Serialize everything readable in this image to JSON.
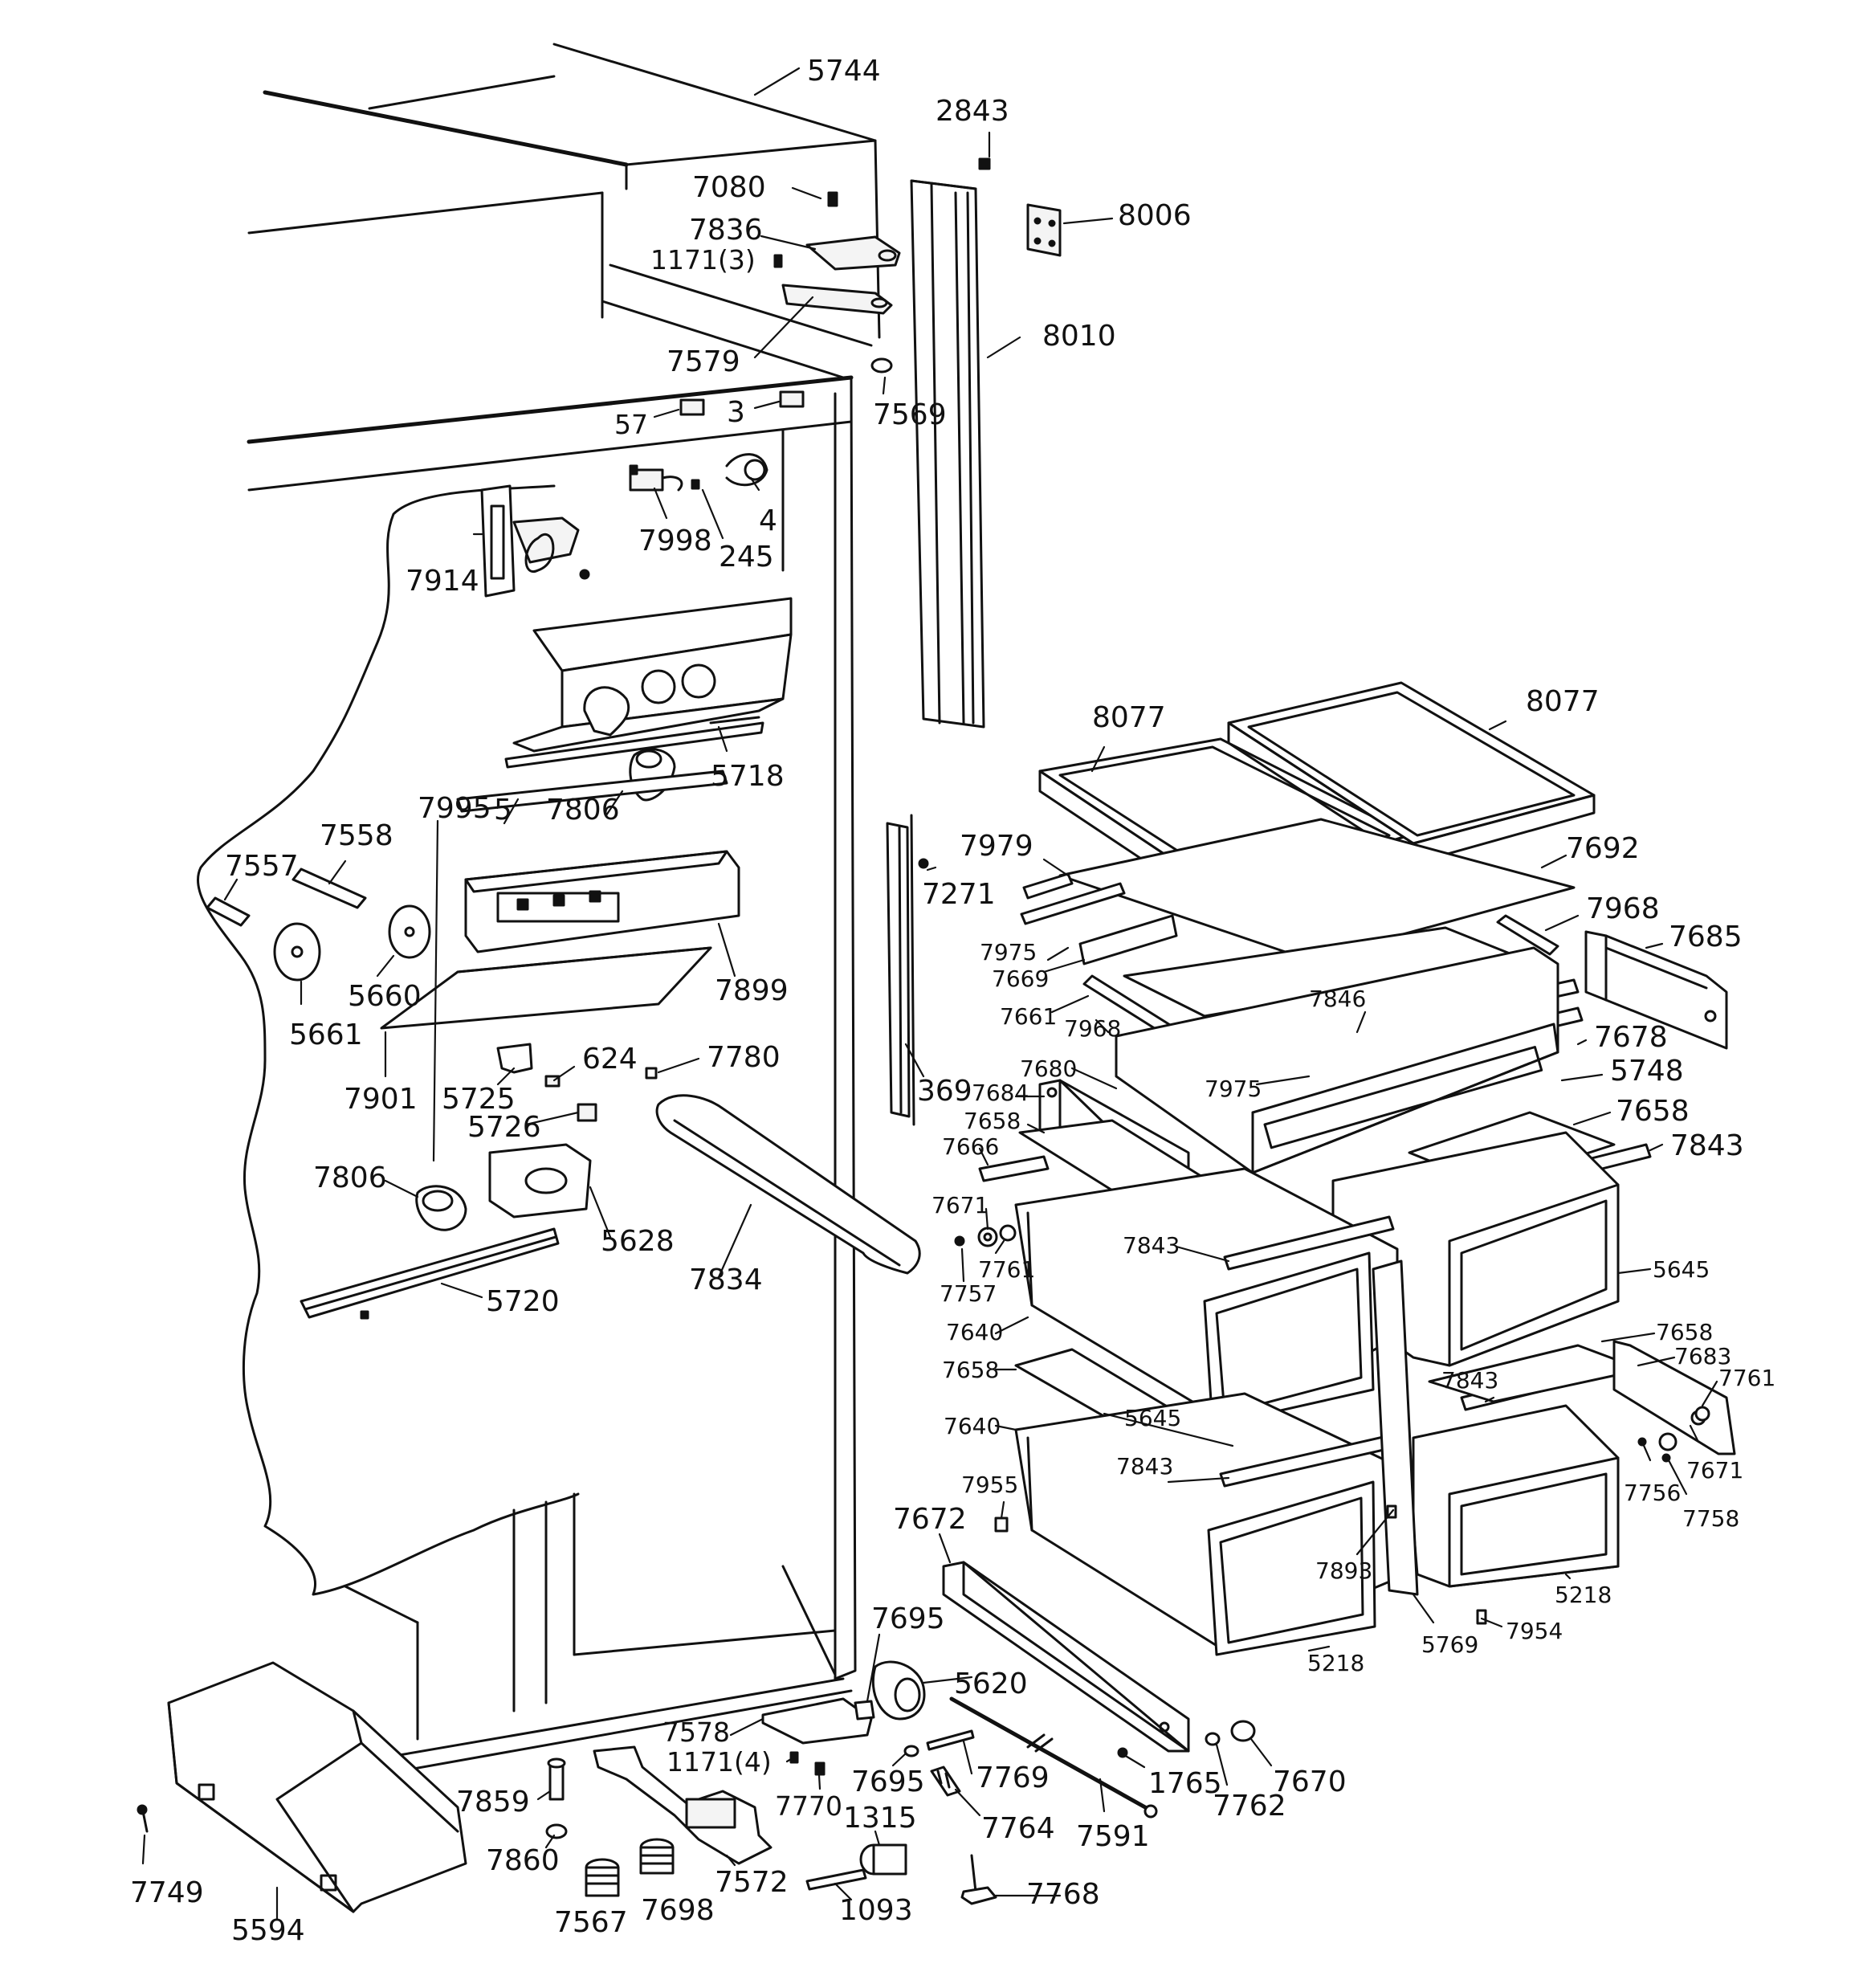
{
  "diagram": {
    "labels": [
      {
        "id": "p5744",
        "text": "5744"
      },
      {
        "id": "p2843",
        "text": "2843"
      },
      {
        "id": "p7080",
        "text": "7080"
      },
      {
        "id": "p8006",
        "text": "8006"
      },
      {
        "id": "p7836",
        "text": "7836"
      },
      {
        "id": "p1171_3",
        "text": "1171(3)"
      },
      {
        "id": "p8010",
        "text": "8010"
      },
      {
        "id": "p7579",
        "text": "7579"
      },
      {
        "id": "p7569",
        "text": "7569"
      },
      {
        "id": "p57",
        "text": "57"
      },
      {
        "id": "p3",
        "text": "3"
      },
      {
        "id": "p4",
        "text": "4"
      },
      {
        "id": "p7998",
        "text": "7998"
      },
      {
        "id": "p245",
        "text": "245"
      },
      {
        "id": "p7914",
        "text": "7914"
      },
      {
        "id": "p5718",
        "text": "5718"
      },
      {
        "id": "p8077a",
        "text": "8077"
      },
      {
        "id": "p8077b",
        "text": "8077"
      },
      {
        "id": "p7995",
        "text": "7995"
      },
      {
        "id": "p5",
        "text": "5"
      },
      {
        "id": "p7806a",
        "text": "7806"
      },
      {
        "id": "p7558",
        "text": "7558"
      },
      {
        "id": "p7557",
        "text": "7557"
      },
      {
        "id": "p7979",
        "text": "7979"
      },
      {
        "id": "p7271",
        "text": "7271"
      },
      {
        "id": "p7692",
        "text": "7692"
      },
      {
        "id": "p7968a",
        "text": "7968"
      },
      {
        "id": "p7685",
        "text": "7685"
      },
      {
        "id": "p7975a",
        "text": "7975"
      },
      {
        "id": "p7669",
        "text": "7669"
      },
      {
        "id": "p5660",
        "text": "5660"
      },
      {
        "id": "p5661",
        "text": "5661"
      },
      {
        "id": "p7899",
        "text": "7899"
      },
      {
        "id": "p7661",
        "text": "7661"
      },
      {
        "id": "p7968b",
        "text": "7968"
      },
      {
        "id": "p7846",
        "text": "7846"
      },
      {
        "id": "p7678",
        "text": "7678"
      },
      {
        "id": "p624",
        "text": "624"
      },
      {
        "id": "p7780",
        "text": "7780"
      },
      {
        "id": "p369",
        "text": "369"
      },
      {
        "id": "p7680",
        "text": "7680"
      },
      {
        "id": "p7975b",
        "text": "7975"
      },
      {
        "id": "p5748",
        "text": "5748"
      },
      {
        "id": "p7901",
        "text": "7901"
      },
      {
        "id": "p5725",
        "text": "5725"
      },
      {
        "id": "p7684",
        "text": "7684"
      },
      {
        "id": "p7658a",
        "text": "7658"
      },
      {
        "id": "p7658b",
        "text": "7658"
      },
      {
        "id": "p5726",
        "text": "5726"
      },
      {
        "id": "p7666",
        "text": "7666"
      },
      {
        "id": "p7843a",
        "text": "7843"
      },
      {
        "id": "p7806b",
        "text": "7806"
      },
      {
        "id": "p7671a",
        "text": "7671"
      },
      {
        "id": "p5628",
        "text": "5628"
      },
      {
        "id": "p7843b",
        "text": "7843"
      },
      {
        "id": "p7761a",
        "text": "7761"
      },
      {
        "id": "p5645a",
        "text": "5645"
      },
      {
        "id": "p7834",
        "text": "7834"
      },
      {
        "id": "p7757",
        "text": "7757"
      },
      {
        "id": "p5720",
        "text": "5720"
      },
      {
        "id": "p7640a",
        "text": "7640"
      },
      {
        "id": "p7658c",
        "text": "7658"
      },
      {
        "id": "p7683",
        "text": "7683"
      },
      {
        "id": "p7658d",
        "text": "7658"
      },
      {
        "id": "p7761b",
        "text": "7761"
      },
      {
        "id": "p7843c",
        "text": "7843"
      },
      {
        "id": "p5645b",
        "text": "5645"
      },
      {
        "id": "p7640b",
        "text": "7640"
      },
      {
        "id": "p7671b",
        "text": "7671"
      },
      {
        "id": "p7756",
        "text": "7756"
      },
      {
        "id": "p7843d",
        "text": "7843"
      },
      {
        "id": "p7758",
        "text": "7758"
      },
      {
        "id": "p7955",
        "text": "7955"
      },
      {
        "id": "p7672",
        "text": "7672"
      },
      {
        "id": "p7893",
        "text": "7893"
      },
      {
        "id": "p5218a",
        "text": "5218"
      },
      {
        "id": "p7695a",
        "text": "7695"
      },
      {
        "id": "p5769",
        "text": "5769"
      },
      {
        "id": "p7954",
        "text": "7954"
      },
      {
        "id": "p5218b",
        "text": "5218"
      },
      {
        "id": "p5620",
        "text": "5620"
      },
      {
        "id": "p7578",
        "text": "7578"
      },
      {
        "id": "p1171_4",
        "text": "1171(4)"
      },
      {
        "id": "p7695b",
        "text": "7695"
      },
      {
        "id": "p7769",
        "text": "7769"
      },
      {
        "id": "p1765",
        "text": "1765"
      },
      {
        "id": "p7670",
        "text": "7670"
      },
      {
        "id": "p7859",
        "text": "7859"
      },
      {
        "id": "p7770",
        "text": "7770"
      },
      {
        "id": "p7762",
        "text": "7762"
      },
      {
        "id": "p1315",
        "text": "1315"
      },
      {
        "id": "p7764",
        "text": "7764"
      },
      {
        "id": "p7591",
        "text": "7591"
      },
      {
        "id": "p7860",
        "text": "7860"
      },
      {
        "id": "p7572",
        "text": "7572"
      },
      {
        "id": "p7749",
        "text": "7749"
      },
      {
        "id": "p7567",
        "text": "7567"
      },
      {
        "id": "p7698",
        "text": "7698"
      },
      {
        "id": "p1093",
        "text": "1093"
      },
      {
        "id": "p7768",
        "text": "7768"
      },
      {
        "id": "p5594",
        "text": "5594"
      }
    ]
  }
}
